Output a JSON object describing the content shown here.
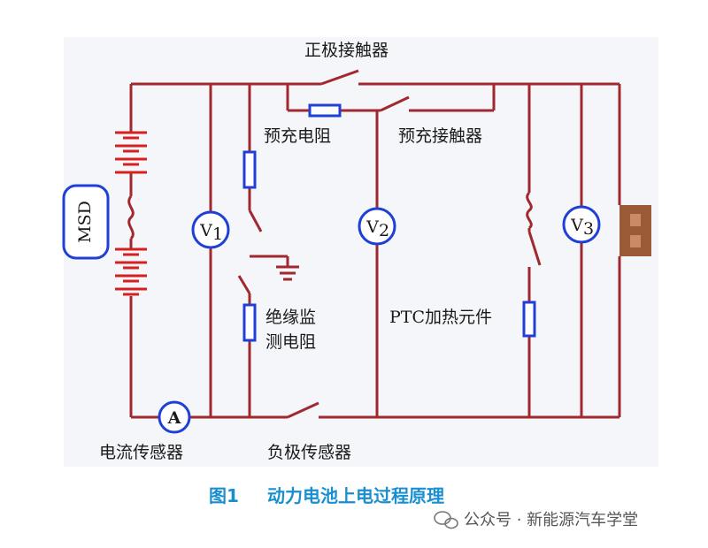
{
  "labels": {
    "positive_contactor": "正极接触器",
    "precharge_resistor": "预充电阻",
    "precharge_contactor": "预充接触器",
    "insulation_resistor_line1": "绝缘监",
    "insulation_resistor_line2": "测电阻",
    "ptc_heater": "PTC加热元件",
    "current_sensor": "电流传感器",
    "negative_sensor": "负极传感器",
    "msd": "MSD",
    "ammeter": "A",
    "v1": "V",
    "v1_sub": "1",
    "v2": "V",
    "v2_sub": "2",
    "v3": "V",
    "v3_sub": "3"
  },
  "caption": {
    "figure": "图1",
    "title": "动力电池上电过程原理"
  },
  "watermark": "公众号 · 新能源汽车学堂",
  "colors": {
    "wire": "#a0282e",
    "wire_brown": "#a65a2a",
    "component": "#1f3fd6",
    "caption": "#1a8fd0",
    "background_panel": "#f4f6fa",
    "connector": "#9b5a36"
  }
}
